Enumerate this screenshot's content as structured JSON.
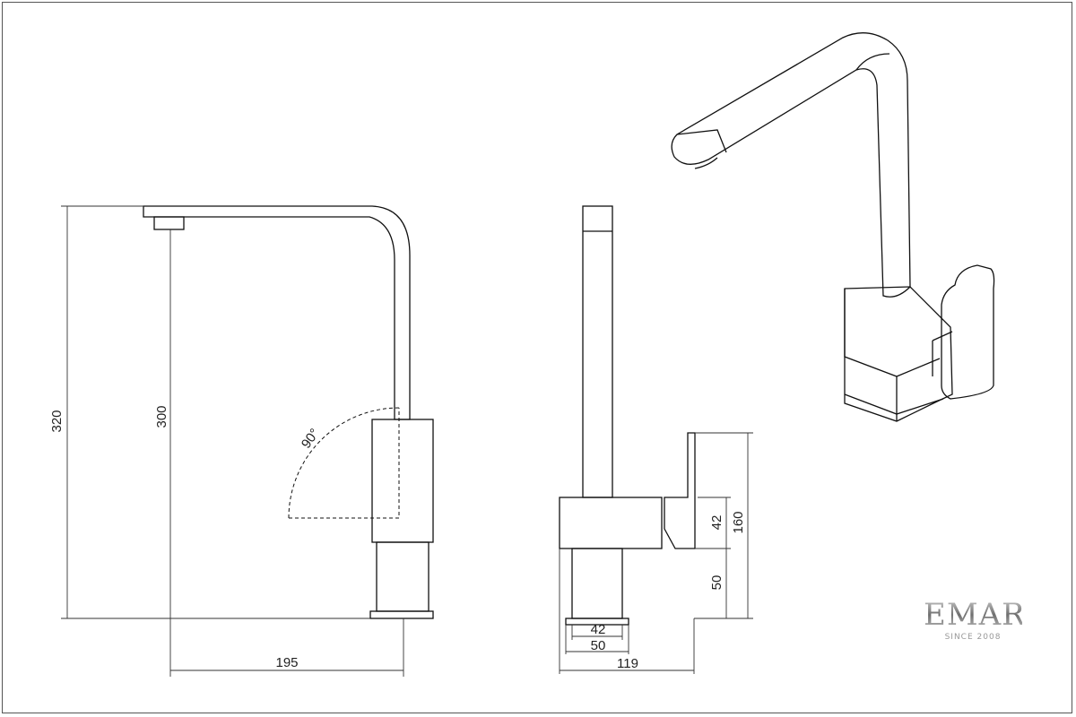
{
  "drawing": {
    "side_view": {
      "height_total": "320",
      "height_spout": "300",
      "reach": "195",
      "swivel_angle": "90°"
    },
    "front_view": {
      "handle_height": "42",
      "base_to_body": "50",
      "handle_plate_height": "160",
      "stem_width": "42",
      "base_width": "50",
      "total_width": "119"
    }
  },
  "logo": {
    "brand": "EMAR",
    "tagline": "SINCE 2008"
  }
}
